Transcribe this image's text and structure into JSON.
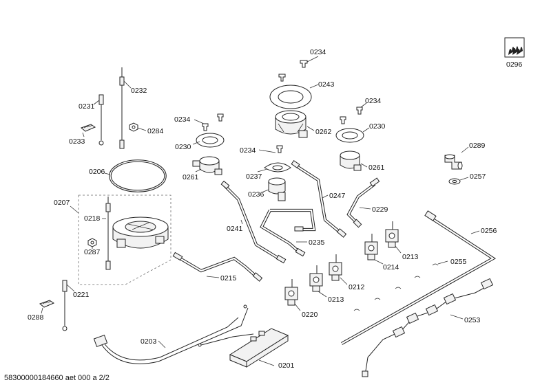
{
  "labels": {
    "l0234a": "0234",
    "l0243": "0243",
    "l0234b": "0234",
    "l0234c": "0234",
    "l0234d": "0234",
    "l0230a": "0230",
    "l0230b": "0230",
    "l0262": "0262",
    "l0261a": "0261",
    "l0261b": "0261",
    "l0237": "0237",
    "l0236": "0236",
    "l0231": "0231",
    "l0232": "0232",
    "l0284": "0284",
    "l0233": "0233",
    "l0206": "0206",
    "l0207": "0207",
    "l0218": "0218",
    "l0287": "0287",
    "l0221": "0221",
    "l0288": "0288",
    "l0241": "0241",
    "l0247": "0247",
    "l0229": "0229",
    "l0289": "0289",
    "l0257": "0257",
    "l0296": "0296",
    "l0256": "0256",
    "l0235": "0235",
    "l0215": "0215",
    "l0214": "0214",
    "l0213a": "0213",
    "l0213b": "0213",
    "l0212": "0212",
    "l0255": "0255",
    "l0220": "0220",
    "l0253": "0253",
    "l0203": "0203",
    "l0201": "0201"
  },
  "footer": "58300000184660 aet 000 a 2/2",
  "icons": [
    "flame-logo-icon"
  ]
}
